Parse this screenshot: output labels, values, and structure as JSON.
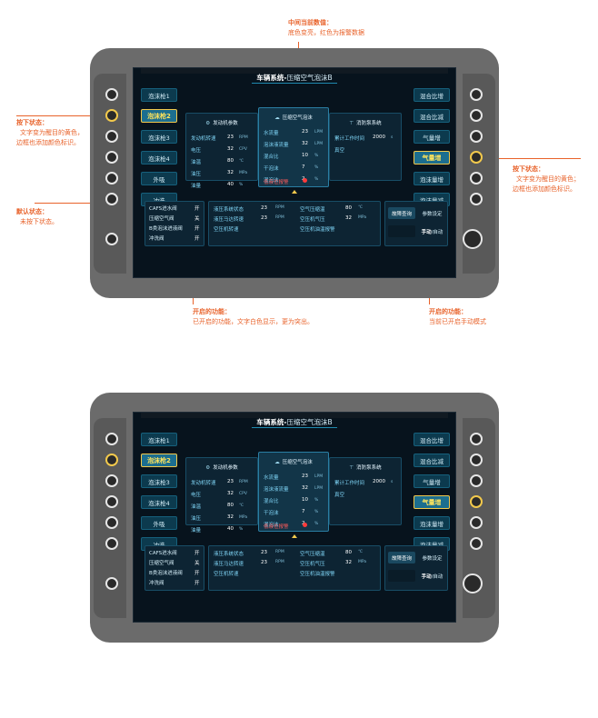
{
  "annotations": {
    "top_title": "中间当前数值：",
    "top_desc": "底色变亮，红色为报警数据",
    "left_press_title": "按下状态：",
    "left_press_desc1": "文字变为醒目的黄色，",
    "left_press_desc2": "边框也添加颜色标识。",
    "left_default_title": "默认状态：",
    "left_default_desc": "未按下状态。",
    "right_press_title": "按下状态：",
    "right_press_desc1": "文字变为醒目的黄色；",
    "right_press_desc2": "边框也添加颜色标识。",
    "bottom_left_title": "开启的功能：",
    "bottom_left_desc": "已开启的功能，文字白色显示，更为突出。",
    "bottom_right_title": "开启的功能：",
    "bottom_right_desc": "当前已开启手动模式"
  },
  "screen": {
    "title_main": "车辆系统-",
    "title_sub": "压缩空气泡沫B",
    "left_buttons": [
      "泡沫枪1",
      "泡沫枪2",
      "泡沫枪3",
      "泡沫枪4",
      "外吸",
      "冲洗"
    ],
    "left_active_index": 1,
    "right_buttons": [
      "混合比增",
      "混合比减",
      "气量增",
      "气量增",
      "泡沫量增",
      "泡沫量减"
    ],
    "right_active_index": 3,
    "engine": {
      "title": "发动机参数",
      "icon": "engine-icon",
      "rows": [
        {
          "label": "发动机转速",
          "value": "23",
          "unit": "RPM"
        },
        {
          "label": "电压",
          "value": "32",
          "unit": "CPV"
        },
        {
          "label": "油温",
          "value": "80",
          "unit": "℃"
        },
        {
          "label": "油压",
          "value": "32",
          "unit": "MPa"
        },
        {
          "label": "油量",
          "value": "40",
          "unit": "%"
        }
      ]
    },
    "foam": {
      "title": "压缩空气泡沫",
      "icon": "foam-icon",
      "rows": [
        {
          "label": "水流量",
          "value": "23",
          "unit": "LPM"
        },
        {
          "label": "泡沫液流量",
          "value": "32",
          "unit": "LPM"
        },
        {
          "label": "混合比",
          "value": "10",
          "unit": "%"
        },
        {
          "label": "干泡沫",
          "value": "7",
          "unit": "%"
        },
        {
          "label": "湿泡沫",
          "value": "2",
          "unit": "%"
        }
      ],
      "alarm": "低液位报警"
    },
    "pump": {
      "title": "消防泵系统",
      "icon": "pump-icon",
      "rows": [
        {
          "label": "累计工作时间",
          "value": "2000",
          "unit": "s"
        },
        {
          "label": "真空",
          "value": "",
          "unit": ""
        }
      ]
    },
    "valves": [
      {
        "label": "CAFS进水阀",
        "state": "开"
      },
      {
        "label": "压缩空气阀",
        "state": "关"
      },
      {
        "label": "B类泡沫进液阀",
        "state": "开"
      },
      {
        "label": "冲洗阀",
        "state": "开"
      }
    ],
    "hydraulic": [
      {
        "label": "液压系统状态",
        "value": "23",
        "unit": "RPM"
      },
      {
        "label": "液压马达转速",
        "value": "23",
        "unit": "RPM"
      },
      {
        "label": "空压机转速",
        "value": "",
        "unit": ""
      }
    ],
    "compressor": [
      {
        "label": "空气压缩温",
        "value": "80",
        "unit": "℃"
      },
      {
        "label": "空压机气压",
        "value": "32",
        "unit": "MPa"
      },
      {
        "label": "空压机油温报警",
        "value": "",
        "unit": ""
      }
    ],
    "mode": {
      "fault_btn": "故障查询",
      "settings_btn": "参数设定",
      "manual_strong": "手动",
      "manual_rest": "/自动"
    }
  },
  "colors": {
    "annotation": "#e8622a",
    "active_yellow": "#ffe45c",
    "alarm_red": "#ff3b3b",
    "label_cyan": "#7fd4f5"
  }
}
